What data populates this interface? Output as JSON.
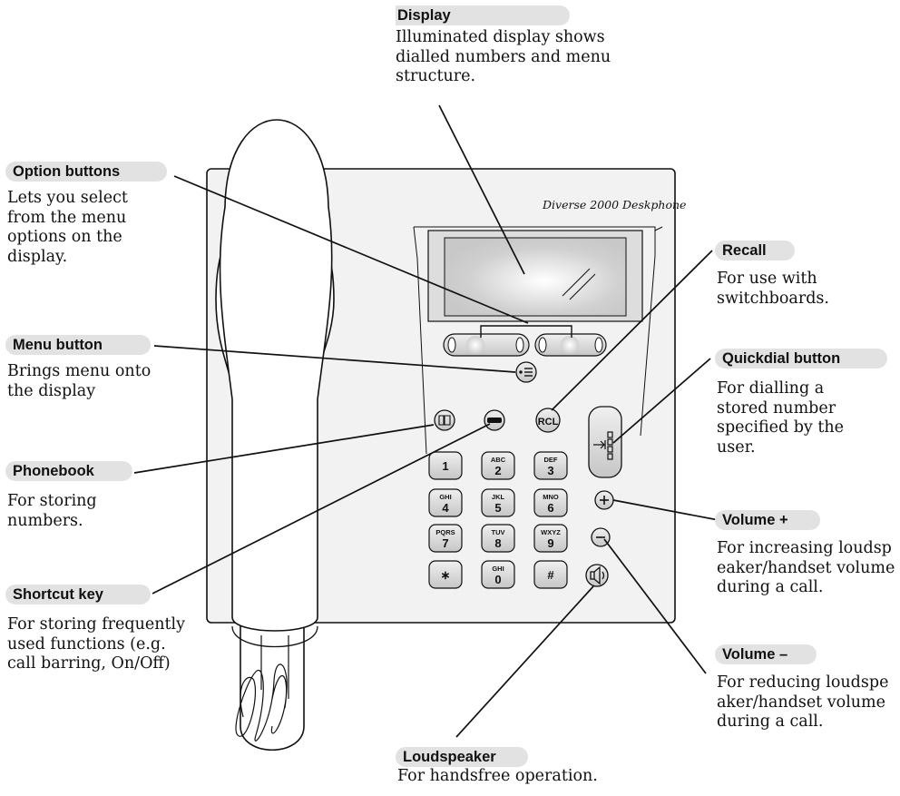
{
  "phone_brand": "Diverse 2000 Deskphone",
  "callouts": {
    "display": {
      "title": "Display",
      "desc": "Illuminated display shows dialled numbers and menu structure."
    },
    "option": {
      "title": "Option buttons",
      "desc": "Lets you select from the menu options on the display."
    },
    "menu": {
      "title": "Menu button",
      "desc": "Brings menu onto the display"
    },
    "phonebook": {
      "title": "Phonebook",
      "desc": "For storing numbers."
    },
    "shortcut": {
      "title": "Shortcut key",
      "desc": "For storing frequently used functions (e.g. call barring, On/Off)"
    },
    "recall": {
      "title": "Recall",
      "desc": "For use with switchboards."
    },
    "quickdial": {
      "title": "Quickdial button",
      "desc": "For dialling a stored number specified by the user."
    },
    "volup": {
      "title": "Volume +",
      "desc": "For increasing loudspeaker/handset volume during a call."
    },
    "voldown": {
      "title": "Volume –",
      "desc": "For reducing loudspeaker/handset volume during a call."
    },
    "speaker": {
      "title": "Loudspeaker",
      "desc": "For handsfree operation."
    }
  },
  "keypad": {
    "rcl": "RCL",
    "keys": [
      {
        "letters": "",
        "digit": "1"
      },
      {
        "letters": "ABC",
        "digit": "2"
      },
      {
        "letters": "DEF",
        "digit": "3"
      },
      {
        "letters": "GHI",
        "digit": "4"
      },
      {
        "letters": "JKL",
        "digit": "5"
      },
      {
        "letters": "MNO",
        "digit": "6"
      },
      {
        "letters": "PQRS",
        "digit": "7"
      },
      {
        "letters": "TUV",
        "digit": "8"
      },
      {
        "letters": "WXYZ",
        "digit": "9"
      },
      {
        "letters": "",
        "digit": "∗"
      },
      {
        "letters": "GHI",
        "digit": "0"
      },
      {
        "letters": "",
        "digit": "#"
      }
    ]
  },
  "icons": [
    "book-icon",
    "dots-icon",
    "arrow-line-icon",
    "menu-icon",
    "plus-icon",
    "minus-icon",
    "speaker-icon"
  ]
}
